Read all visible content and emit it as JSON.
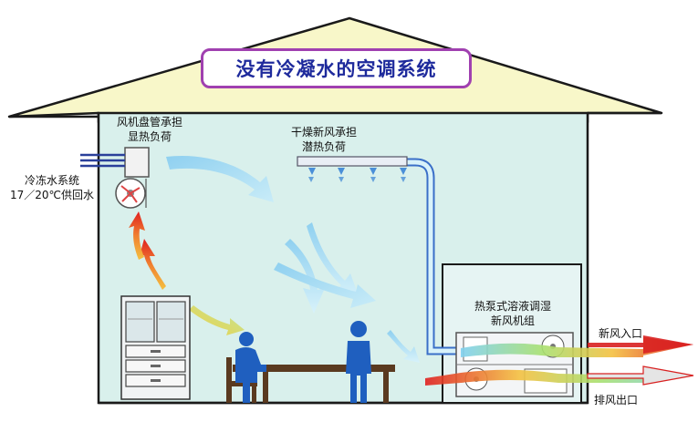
{
  "title": "没有冷凝水的空调系统",
  "labels": {
    "fan_coil_line1": "风机盘管承担",
    "fan_coil_line2": "显热负荷",
    "fresh_air_line1": "干燥新风承担",
    "fresh_air_line2": "潜热负荷",
    "chilled_line1": "冷冻水系统",
    "chilled_line2": "17／20℃供回水",
    "unit_line1": "热泵式溶液调湿",
    "unit_line2": "新风机组",
    "inlet": "新风入口",
    "outlet": "排风出口"
  },
  "colors": {
    "house_fill": "#d9f0ec",
    "roof_fill": "#f8f7c9",
    "outline": "#1a1a1a",
    "title_border": "#a040b0",
    "title_text": "#1e2a9c",
    "person": "#1f5fbf",
    "arrow_red": "#d82020",
    "pipe_blue": "#3a6fc8"
  }
}
